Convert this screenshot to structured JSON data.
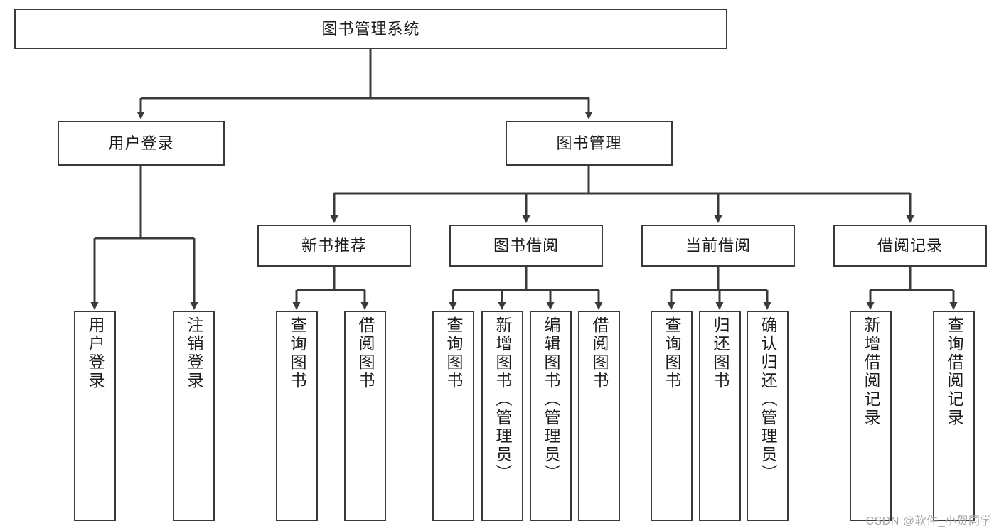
{
  "diagram": {
    "title": "图书管理系统",
    "type": "tree-hierarchy-diagram",
    "root": {
      "id": "root",
      "label": "图书管理系统"
    },
    "level1": [
      {
        "id": "login",
        "label": "用户登录"
      },
      {
        "id": "bookmgmt",
        "label": "图书管理"
      }
    ],
    "level2": [
      {
        "id": "newbook",
        "label": "新书推荐",
        "parent": "bookmgmt"
      },
      {
        "id": "borrow",
        "label": "图书借阅",
        "parent": "bookmgmt"
      },
      {
        "id": "current",
        "label": "当前借阅",
        "parent": "bookmgmt"
      },
      {
        "id": "record",
        "label": "借阅记录",
        "parent": "bookmgmt"
      }
    ],
    "leaves": {
      "login": [
        {
          "id": "leaf-user-login",
          "label": "用户登录"
        },
        {
          "id": "leaf-logout-login",
          "label": "注销登录"
        }
      ],
      "newbook": [
        {
          "id": "leaf-query-book-1",
          "label": "查询图书"
        },
        {
          "id": "leaf-borrow-book-1",
          "label": "借阅图书"
        }
      ],
      "borrow": [
        {
          "id": "leaf-query-book-2",
          "label": "查询图书"
        },
        {
          "id": "leaf-add-book",
          "label": "新增图书（管理员）"
        },
        {
          "id": "leaf-edit-book",
          "label": "编辑图书（管理员）"
        },
        {
          "id": "leaf-borrow-book-2",
          "label": "借阅图书"
        }
      ],
      "current": [
        {
          "id": "leaf-query-book-3",
          "label": "查询图书"
        },
        {
          "id": "leaf-return-book",
          "label": "归还图书"
        },
        {
          "id": "leaf-confirm-return",
          "label": "确认归还（管理员）"
        }
      ],
      "record": [
        {
          "id": "leaf-add-record",
          "label": "新增借阅记录"
        },
        {
          "id": "leaf-query-record",
          "label": "查询借阅记录"
        }
      ]
    }
  },
  "watermark": {
    "text": "CSDN @软件_小贺同学"
  },
  "colors": {
    "border": "#3a3a3a",
    "background": "#ffffff",
    "text": "#1d1d1d",
    "watermark": "#a8a8a8"
  }
}
